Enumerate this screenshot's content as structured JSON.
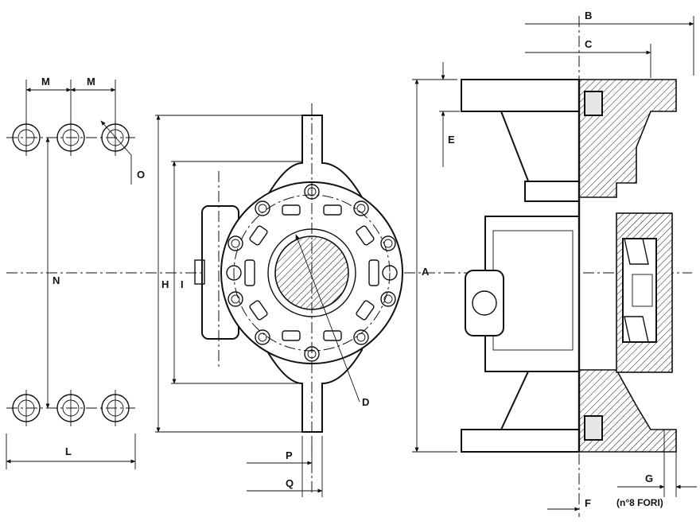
{
  "labels": {
    "A": "A",
    "B": "B",
    "C": "C",
    "D": "D",
    "E": "E",
    "F": "F",
    "G": "G",
    "H": "H",
    "I": "I",
    "L": "L",
    "M1": "M",
    "M2": "M",
    "N": "N",
    "O": "O",
    "P": "P",
    "Q": "Q"
  },
  "note": "(n°8 FORI)",
  "colors": {
    "line": "#111111",
    "section_fill": "#e6e6e6",
    "background": "#ffffff"
  }
}
